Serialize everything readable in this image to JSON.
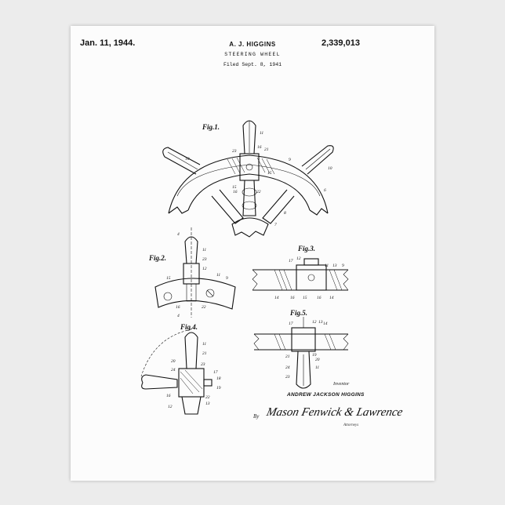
{
  "header": {
    "date": "Jan. 11, 1944.",
    "inventor": "A. J. HIGGINS",
    "patent_number": "2,339,013",
    "title": "STEERING WHEEL",
    "filed": "Filed Sept. 8, 1941"
  },
  "figures": {
    "fig1": "Fig.1.",
    "fig2": "Fig.2.",
    "fig3": "Fig.3.",
    "fig4": "Fig.4.",
    "fig5": "Fig.5."
  },
  "reference_numerals": {
    "fig1": [
      "11",
      "23",
      "16",
      "21",
      "10",
      "9",
      "10",
      "15",
      "15",
      "22",
      "6",
      "8",
      "7"
    ],
    "fig2": [
      "4",
      "11",
      "23",
      "12",
      "11",
      "9",
      "15",
      "16",
      "22",
      "4"
    ],
    "fig3": [
      "17",
      "12",
      "11",
      "13",
      "9",
      "14",
      "16",
      "15",
      "16",
      "14"
    ],
    "fig4": [
      "11",
      "21",
      "20",
      "24",
      "17",
      "18",
      "19",
      "22",
      "16",
      "12",
      "13"
    ],
    "fig5": [
      "17",
      "12",
      "13",
      "14",
      "21",
      "19",
      "20",
      "24",
      "23",
      "11"
    ]
  },
  "signature_block": {
    "inventor_label": "Inventor",
    "inventor_name": "ANDREW JACKSON HIGGINS",
    "by_label": "By",
    "signature": "Mason Fenwick & Lawrence",
    "attorneys_label": "Attorneys"
  },
  "colors": {
    "paper": "#fcfcfc",
    "ink": "#111111",
    "background": "#ececec"
  }
}
